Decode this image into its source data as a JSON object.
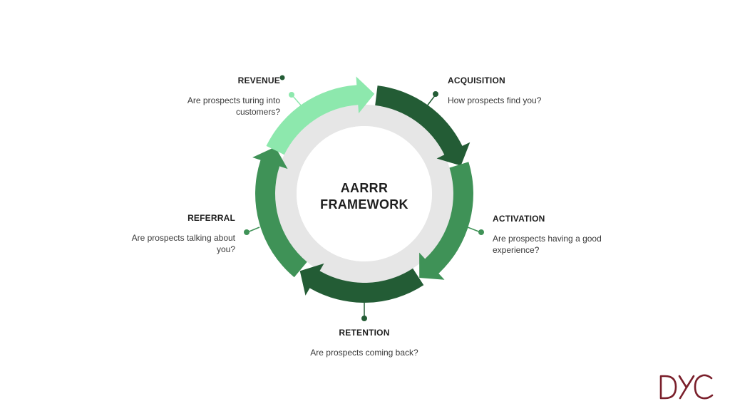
{
  "center": {
    "line1": "AARRR",
    "line2": "FRAMEWORK"
  },
  "stages": {
    "acquisition": {
      "title": "ACQUISITION",
      "desc": "How prospects find you?"
    },
    "activation": {
      "title": "ACTIVATION",
      "desc_line1": "Are prospects having a good",
      "desc_line2": "experience?"
    },
    "retention": {
      "title": "RETENTION",
      "desc": "Are prospects coming back?"
    },
    "referral": {
      "title": "REFERRAL",
      "desc_line1": "Are prospects talking about",
      "desc_line2": "you?"
    },
    "revenue": {
      "title": "REVENUE",
      "desc_line1": "Are prospects turing into",
      "desc_line2": "customers?"
    }
  },
  "colors": {
    "acquisition": "#235c35",
    "activation": "#3f9257",
    "retention": "#235c35",
    "referral": "#3f9257",
    "revenue": "#8de8ad",
    "ring_bg": "#e6e6e6",
    "logo": "#7a1f2b"
  },
  "logo": {
    "text": "DYC"
  }
}
